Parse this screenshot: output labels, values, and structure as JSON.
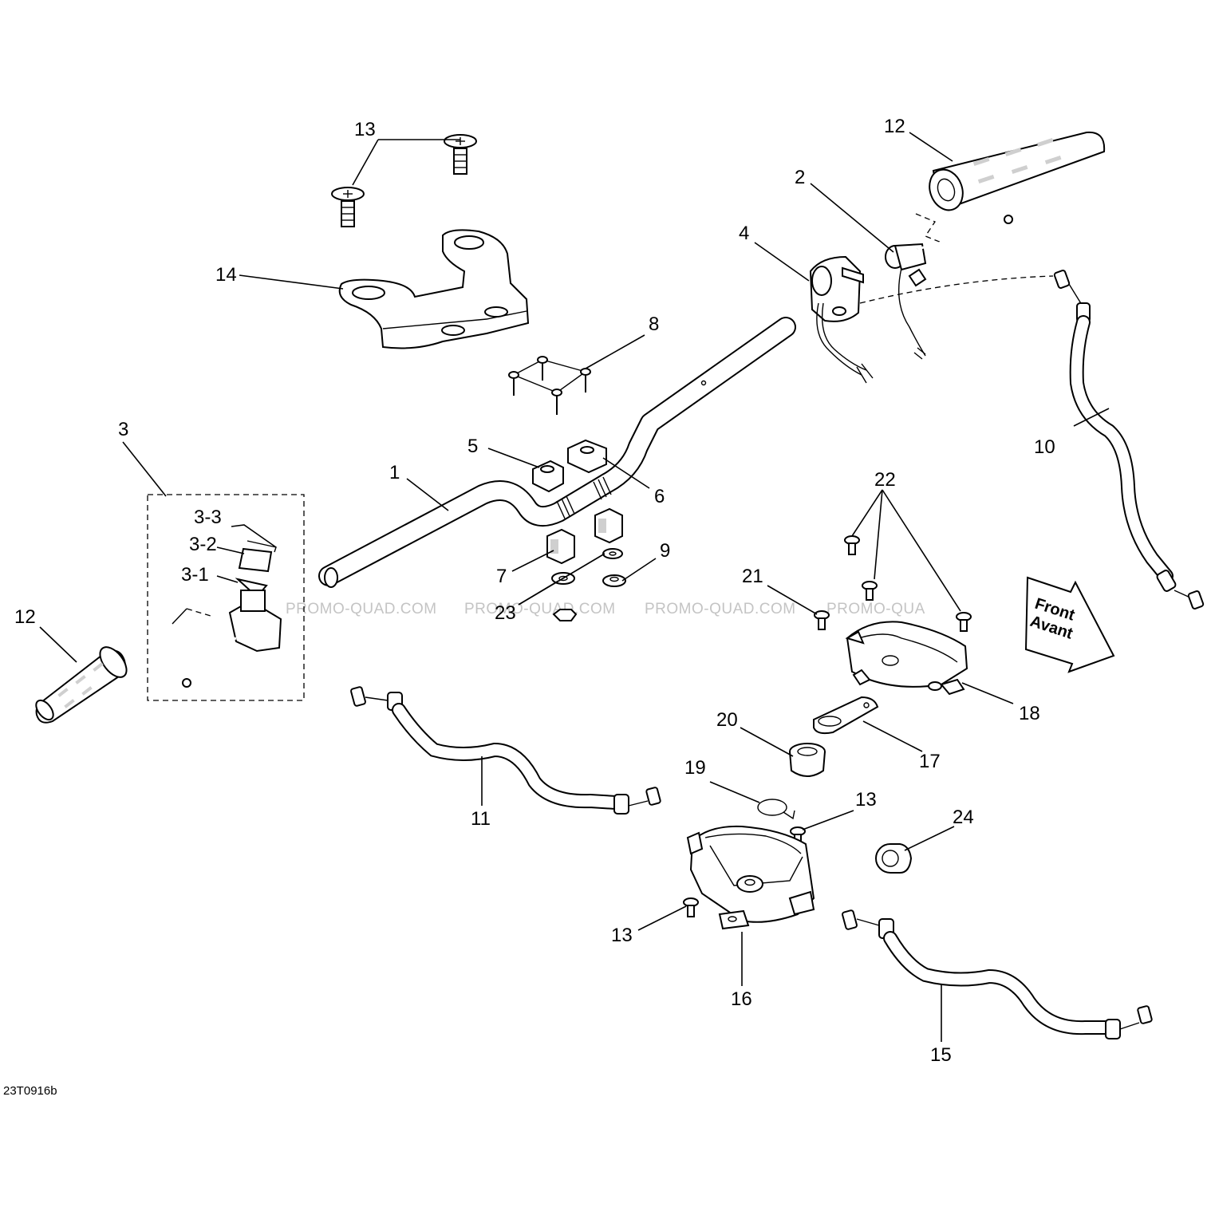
{
  "diagram": {
    "drawing_code": "23T0916b",
    "watermark": [
      "PROMO-QUAD.COM",
      "PROMO-QUAD.COM",
      "PROMO-QUAD.COM",
      "PROMO-QUA"
    ],
    "front_arrow": {
      "line1": "Front",
      "line2": "Avant"
    },
    "callouts": {
      "c1": "1",
      "c2": "2",
      "c3": "3",
      "c3_1": "3-1",
      "c3_2": "3-2",
      "c3_3": "3-3",
      "c4": "4",
      "c5": "5",
      "c6": "6",
      "c7": "7",
      "c8": "8",
      "c9": "9",
      "c10": "10",
      "c11": "11",
      "c12_left": "12",
      "c12_right": "12",
      "c13_top": "13",
      "c13_mid": "13",
      "c13_bottom": "13",
      "c14": "14",
      "c15": "15",
      "c16": "16",
      "c17": "17",
      "c18": "18",
      "c19": "19",
      "c20": "20",
      "c21": "21",
      "c22": "22",
      "c23": "23",
      "c24": "24"
    }
  }
}
